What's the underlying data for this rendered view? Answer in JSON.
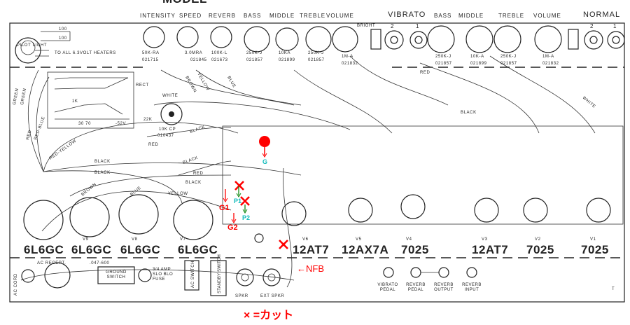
{
  "model_title": "MODEL",
  "controls": {
    "vibrato_channel": [
      "INTENSITY",
      "SPEED",
      "REVERB",
      "BASS",
      "MIDDLE",
      "TREBLE",
      "VOLUME"
    ],
    "vibrato_label": "VIBRATO",
    "normal_channel": [
      "BASS",
      "MIDDLE",
      "TREBLE",
      "VOLUME"
    ],
    "normal_label": "NORMAL"
  },
  "pots": [
    {
      "value": "50K-RA",
      "part": "021715"
    },
    {
      "value": "3.0MRA",
      "part": "021845"
    },
    {
      "value": "100K-L",
      "part": "021673"
    },
    {
      "value": "250K-J",
      "part": "021857"
    },
    {
      "value": "10KA",
      "part": "021899"
    },
    {
      "value": "250K-J",
      "part": "021857"
    },
    {
      "value": "1M-A",
      "part": "021832"
    },
    {
      "value": "250K-J",
      "part": "021857"
    },
    {
      "value": "10K-A",
      "part": "021899"
    },
    {
      "value": "250K-J",
      "part": "021857"
    },
    {
      "value": "1M-A",
      "part": "021832"
    }
  ],
  "input_jacks": {
    "vibrato": [
      "2",
      "1"
    ],
    "normal": [
      "2",
      "1"
    ]
  },
  "bright_label": "BRIGHT",
  "pilot": {
    "label": "PILOT LIGHT",
    "heaters": "TO ALL 6.3VOLT HEATERS",
    "r1": "100",
    "r2": "100"
  },
  "bias": {
    "cap": "30  70",
    "voltage": "-52V",
    "resistor": "22K",
    "pot": "10K CP",
    "pot_part": "010437",
    "r": "1K",
    "rect": "RECT"
  },
  "wire_labels": [
    "GREEN",
    "GREEN",
    "RED",
    "RED-BLUE",
    "RED-YELLOW",
    "WHITE",
    "RED",
    "BLACK",
    "BLACK",
    "BLACK",
    "BLACK",
    "RED",
    "BLACK",
    "BROWN",
    "BLUE",
    "YELLOW",
    "BROWN",
    "YELLOW",
    "BLUE",
    "WHITE",
    "RED",
    "BLACK"
  ],
  "tubes": [
    {
      "pos": "",
      "type": "6L6GC"
    },
    {
      "pos": "V9",
      "type": "6L6GC"
    },
    {
      "pos": "V8",
      "type": "6L6GC"
    },
    {
      "pos": "V7",
      "type": "6L6GC"
    },
    {
      "pos": "V6",
      "type": "12AT7"
    },
    {
      "pos": "V5",
      "type": "12AX7A"
    },
    {
      "pos": "V4",
      "type": "7025"
    },
    {
      "pos": "V3",
      "type": "12AT7"
    },
    {
      "pos": "V2",
      "type": "7025"
    },
    {
      "pos": "V1",
      "type": "7025"
    }
  ],
  "bottom": {
    "ac_recept": "AC RECEPT.",
    "cap": ".047-600",
    "ac_cord": "AC CORD",
    "ground_switch": "GROUND SWITCH",
    "fuse": "3/4 AMP SLO BLO FUSE",
    "ac_switch": "AC SWITCH",
    "standby_switch": "STANDBY SWITCH",
    "spkr": "SPKR",
    "ext_spkr": "EXT SPKR",
    "jacks": [
      "VIBRATO PEDAL",
      "REVERB PEDAL",
      "REVERB OUTPUT",
      "REVERB INPUT"
    ],
    "corner": "T"
  },
  "annotations": {
    "g": "G",
    "g1": "G1",
    "g2": "G2",
    "p1": "P1",
    "p2": "P2",
    "nfb": "←NFB",
    "legend": "× =カット",
    "colors": {
      "red": "#ff0000",
      "cyan": "#11bbbb",
      "green": "#118811"
    }
  }
}
